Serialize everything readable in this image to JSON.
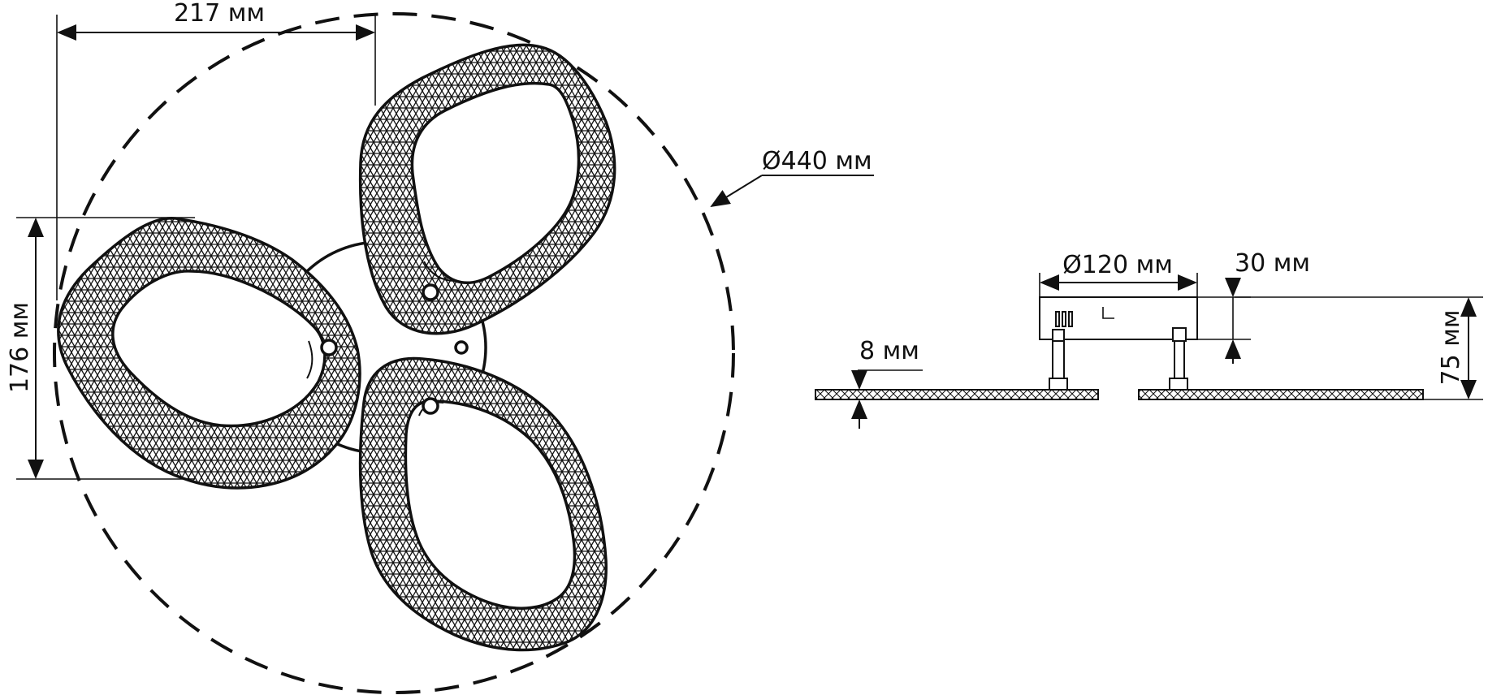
{
  "dimensions": {
    "width_label": "217 мм",
    "height_label": "176 мм",
    "diameter_label": "Ø440 мм",
    "base_diameter_label": "Ø120 мм",
    "base_height_label": "30 мм",
    "total_height_label": "75 мм",
    "plate_thickness_label": "8 мм"
  },
  "colors": {
    "line": "#111111",
    "background": "#ffffff"
  }
}
